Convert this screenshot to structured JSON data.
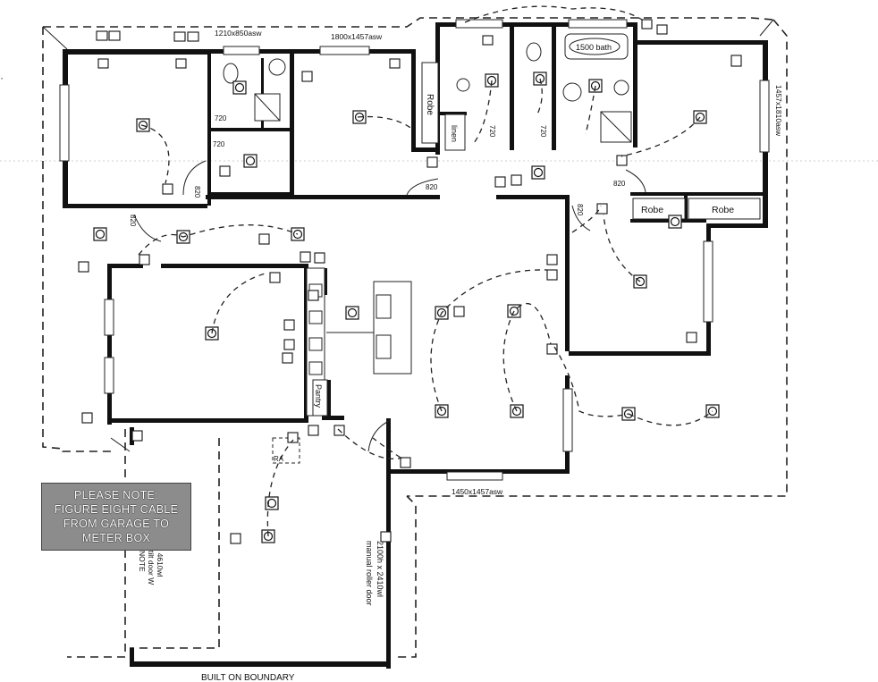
{
  "labels": {
    "win_top_left": "1210x850asw",
    "win_top_mid": "1800x1457asw",
    "win_right": "1457x1810asw",
    "win_bottom": "1450x1457asw",
    "bath": "1500 bath",
    "robe_left": "Robe",
    "robe_right_1": "Robe",
    "robe_right_2": "Robe",
    "linen": "linen",
    "pantry": "Pantry",
    "door_720_a": "720",
    "door_720_b": "720",
    "door_720_c": "720",
    "door_720_d": "720",
    "door_820_a": "820",
    "door_820_b": "820",
    "door_820_c": "820",
    "door_820_d": "820",
    "door_820_e": "820",
    "ra": "RA",
    "garage_door_1": "2100h x 2410wl",
    "garage_door_2": "manual roller door",
    "garage_side_1": "x 4610wl",
    "garage_side_2": "tilt door W",
    "garage_side_3": "NOTE",
    "boundary": "BUILT ON BOUNDARY"
  },
  "note": {
    "line1": "PLEASE NOTE:",
    "line2": "FIGURE EIGHT CABLE",
    "line3": "FROM GARAGE TO",
    "line4": "METER BOX"
  },
  "colors": {
    "wall": "#111111",
    "note_bg": "#8c8c8c",
    "paper": "#ffffff"
  }
}
